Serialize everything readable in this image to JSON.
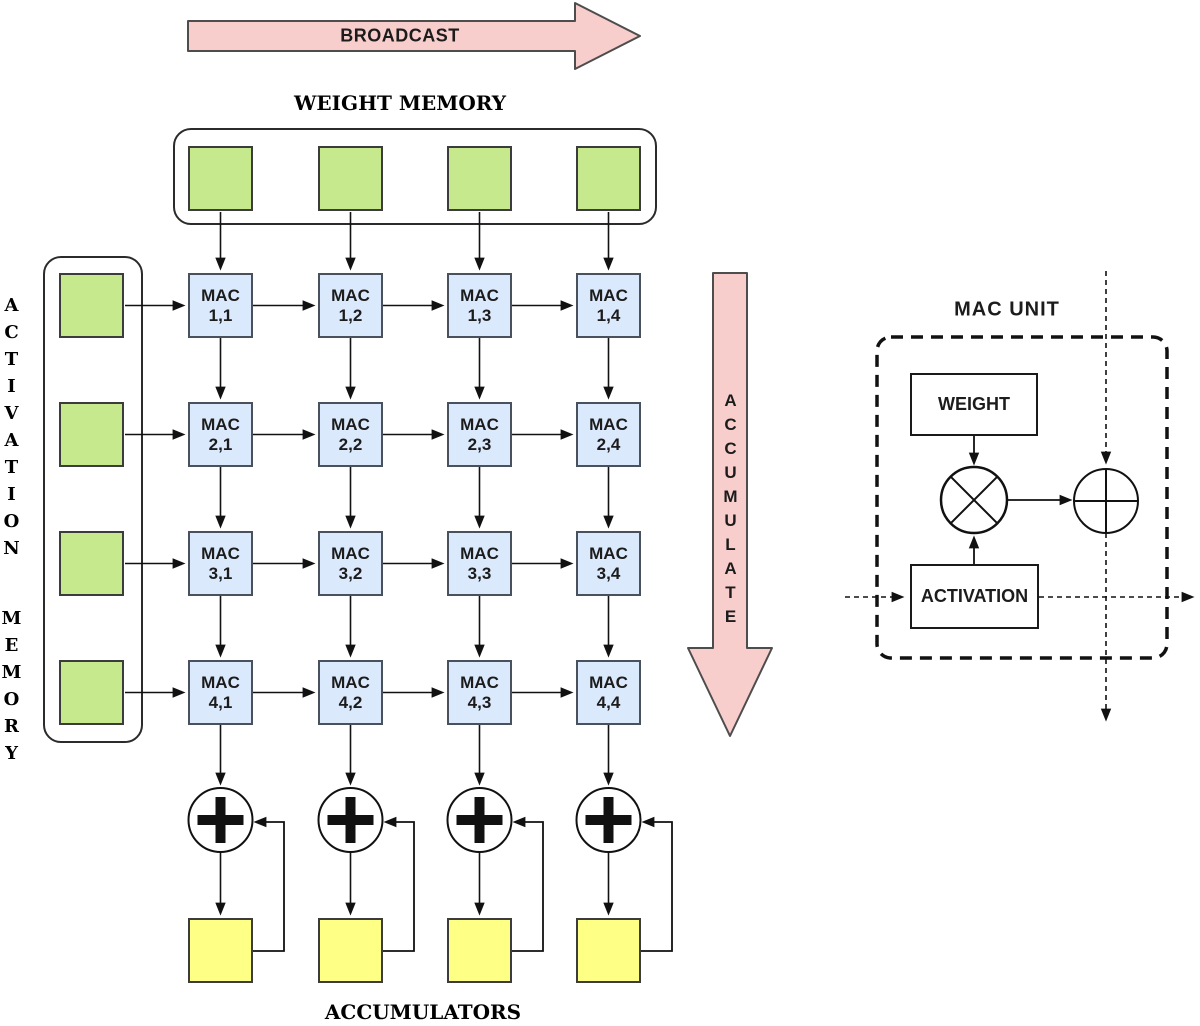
{
  "labels": {
    "broadcast": "BROADCAST",
    "weight_memory": "WEIGHT MEMORY",
    "activation_memory": "ACTIVATION MEMORY",
    "accumulate": "ACCUMULATE",
    "accumulators": "ACCUMULATORS"
  },
  "mac_unit_detail": {
    "title": "MAC UNIT",
    "weight": "WEIGHT",
    "activation": "ACTIVATION"
  },
  "mac_grid": {
    "rows": 4,
    "cols": 4,
    "units": [
      {
        "row": 1,
        "col": 1,
        "label": "MAC\n1,1"
      },
      {
        "row": 1,
        "col": 2,
        "label": "MAC\n1,2"
      },
      {
        "row": 1,
        "col": 3,
        "label": "MAC\n1,3"
      },
      {
        "row": 1,
        "col": 4,
        "label": "MAC\n1,4"
      },
      {
        "row": 2,
        "col": 1,
        "label": "MAC\n2,1"
      },
      {
        "row": 2,
        "col": 2,
        "label": "MAC\n2,2"
      },
      {
        "row": 2,
        "col": 3,
        "label": "MAC\n2,3"
      },
      {
        "row": 2,
        "col": 4,
        "label": "MAC\n2,4"
      },
      {
        "row": 3,
        "col": 1,
        "label": "MAC\n3,1"
      },
      {
        "row": 3,
        "col": 2,
        "label": "MAC\n3,2"
      },
      {
        "row": 3,
        "col": 3,
        "label": "MAC\n3,3"
      },
      {
        "row": 3,
        "col": 4,
        "label": "MAC\n3,4"
      },
      {
        "row": 4,
        "col": 1,
        "label": "MAC\n4,1"
      },
      {
        "row": 4,
        "col": 2,
        "label": "MAC\n4,2"
      },
      {
        "row": 4,
        "col": 3,
        "label": "MAC\n4,3"
      },
      {
        "row": 4,
        "col": 4,
        "label": "MAC\n4,4"
      }
    ]
  },
  "memory_cells": {
    "weight": 4,
    "activation": 4,
    "accumulator": 4
  },
  "colors": {
    "flow_arrow_fill": "#f8cecc",
    "memory_cell_fill": "#c7e98d",
    "mac_cell_fill": "#dbe9fc",
    "accumulator_cell_fill": "#feff85",
    "line": "#111111"
  }
}
